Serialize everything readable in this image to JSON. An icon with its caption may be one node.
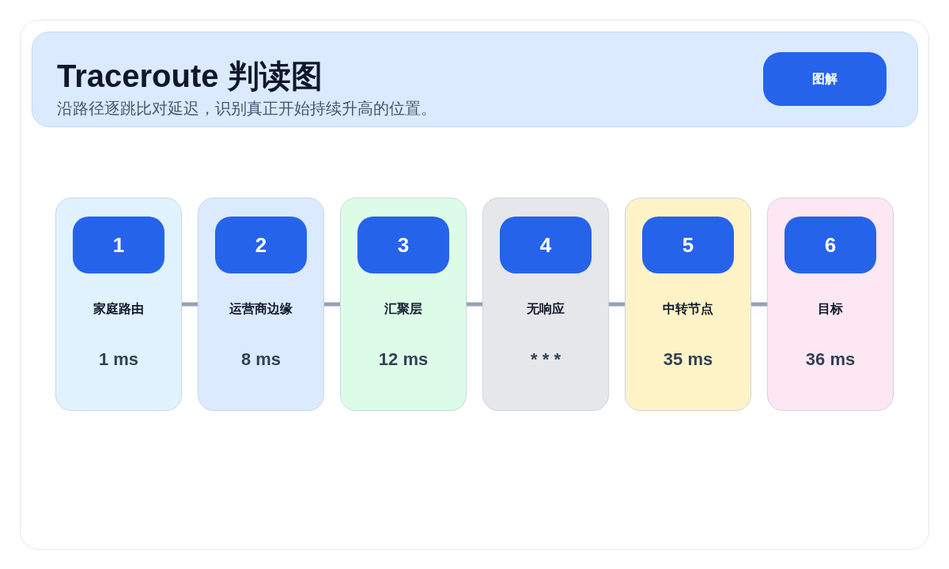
{
  "diagram": {
    "title": "Traceroute 判读图",
    "nodes": [
      {
        "text": [
          "家庭路由",
          "1 ms"
        ]
      },
      {
        "text": [
          "1"
        ],
        "in": 0
      },
      {
        "text": [
          "运营商边缘",
          "8 ms"
        ]
      },
      {
        "text": [
          "2"
        ],
        "in": 2
      },
      {
        "text": [
          "汇聚层",
          "12 ms"
        ]
      },
      {
        "text": [
          "3"
        ],
        "in": 4
      },
      {
        "text": [
          "无响应",
          "* * *"
        ]
      },
      {
        "text": [
          "4"
        ],
        "in": 6
      },
      {
        "text": [
          "中转节点",
          "35 ms"
        ]
      },
      {
        "text": [
          "5"
        ],
        "in": 8
      },
      {
        "text": [
          "目标",
          "36 ms"
        ]
      },
      {
        "text": [
          "6"
        ],
        "in": 10
      }
    ],
    "edges": [
      {
        "from": 0,
        "to": 2,
        "arrow": "none"
      },
      {
        "from": 2,
        "to": 4,
        "arrow": "none"
      },
      {
        "from": 4,
        "to": 6,
        "arrow": "none"
      },
      {
        "from": 6,
        "to": 8,
        "arrow": "none"
      },
      {
        "from": 8,
        "to": 10,
        "arrow": "none"
      }
    ],
    "labels": [
      "沿路径逐跳比对延迟，识别真正开始持续升高的位置。",
      "图解"
    ]
  }
}
